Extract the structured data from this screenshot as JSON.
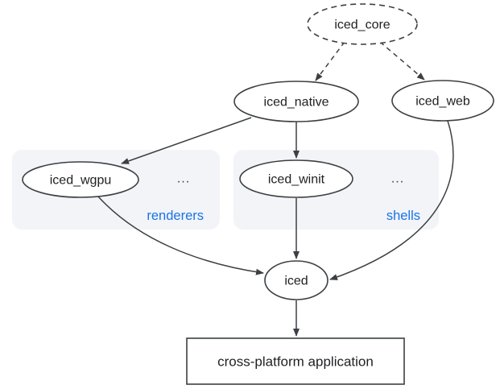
{
  "diagram": {
    "background_color": "#ffffff",
    "stroke_color": "#3c4043",
    "text_color": "#202124",
    "accent_blue": "#1a73e8",
    "group_fill": "#f2f4f8"
  },
  "nodes": {
    "iced_core": {
      "label": "iced_core",
      "shape": "dashed-ellipse"
    },
    "iced_native": {
      "label": "iced_native",
      "shape": "ellipse"
    },
    "iced_web": {
      "label": "iced_web",
      "shape": "ellipse"
    },
    "iced_wgpu": {
      "label": "iced_wgpu",
      "shape": "ellipse"
    },
    "iced_winit": {
      "label": "iced_winit",
      "shape": "ellipse"
    },
    "iced": {
      "label": "iced",
      "shape": "ellipse"
    },
    "application": {
      "label": "cross-platform application",
      "shape": "rectangle"
    }
  },
  "groups": {
    "renderers": {
      "label": "renderers",
      "more_indicator": "..."
    },
    "shells": {
      "label": "shells",
      "more_indicator": "..."
    }
  },
  "edges": [
    {
      "from": "iced_core",
      "to": "iced_native",
      "style": "dashed"
    },
    {
      "from": "iced_core",
      "to": "iced_web",
      "style": "dashed"
    },
    {
      "from": "iced_native",
      "to": "iced_wgpu",
      "style": "solid"
    },
    {
      "from": "iced_native",
      "to": "iced_winit",
      "style": "solid"
    },
    {
      "from": "iced_wgpu",
      "to": "iced",
      "style": "solid"
    },
    {
      "from": "iced_winit",
      "to": "iced",
      "style": "solid"
    },
    {
      "from": "iced_web",
      "to": "iced",
      "style": "solid"
    },
    {
      "from": "iced",
      "to": "application",
      "style": "solid"
    }
  ]
}
